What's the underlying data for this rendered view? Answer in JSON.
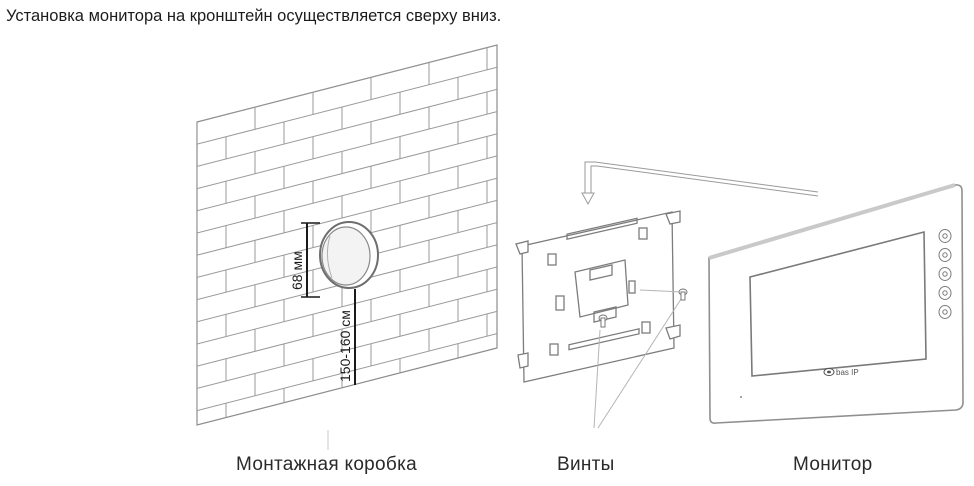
{
  "instruction": "Установка монитора на кронштейн осуществляется сверху вниз.",
  "dimensions": {
    "box_diameter": "68 мм",
    "mount_height": "150-160 см"
  },
  "labels": {
    "mounting_box": "Монтажная коробка",
    "screws": "Винты",
    "monitor": "Монитор"
  },
  "monitor": {
    "brand": "bas IP",
    "buttons": [
      "phone-icon",
      "door-icon",
      "camera-icon",
      "intercom-icon",
      "back-icon"
    ]
  },
  "colors": {
    "line": "#8a8a8a",
    "dimension": "#1a1a1a",
    "monitor_frame": "#a0a0a0"
  }
}
